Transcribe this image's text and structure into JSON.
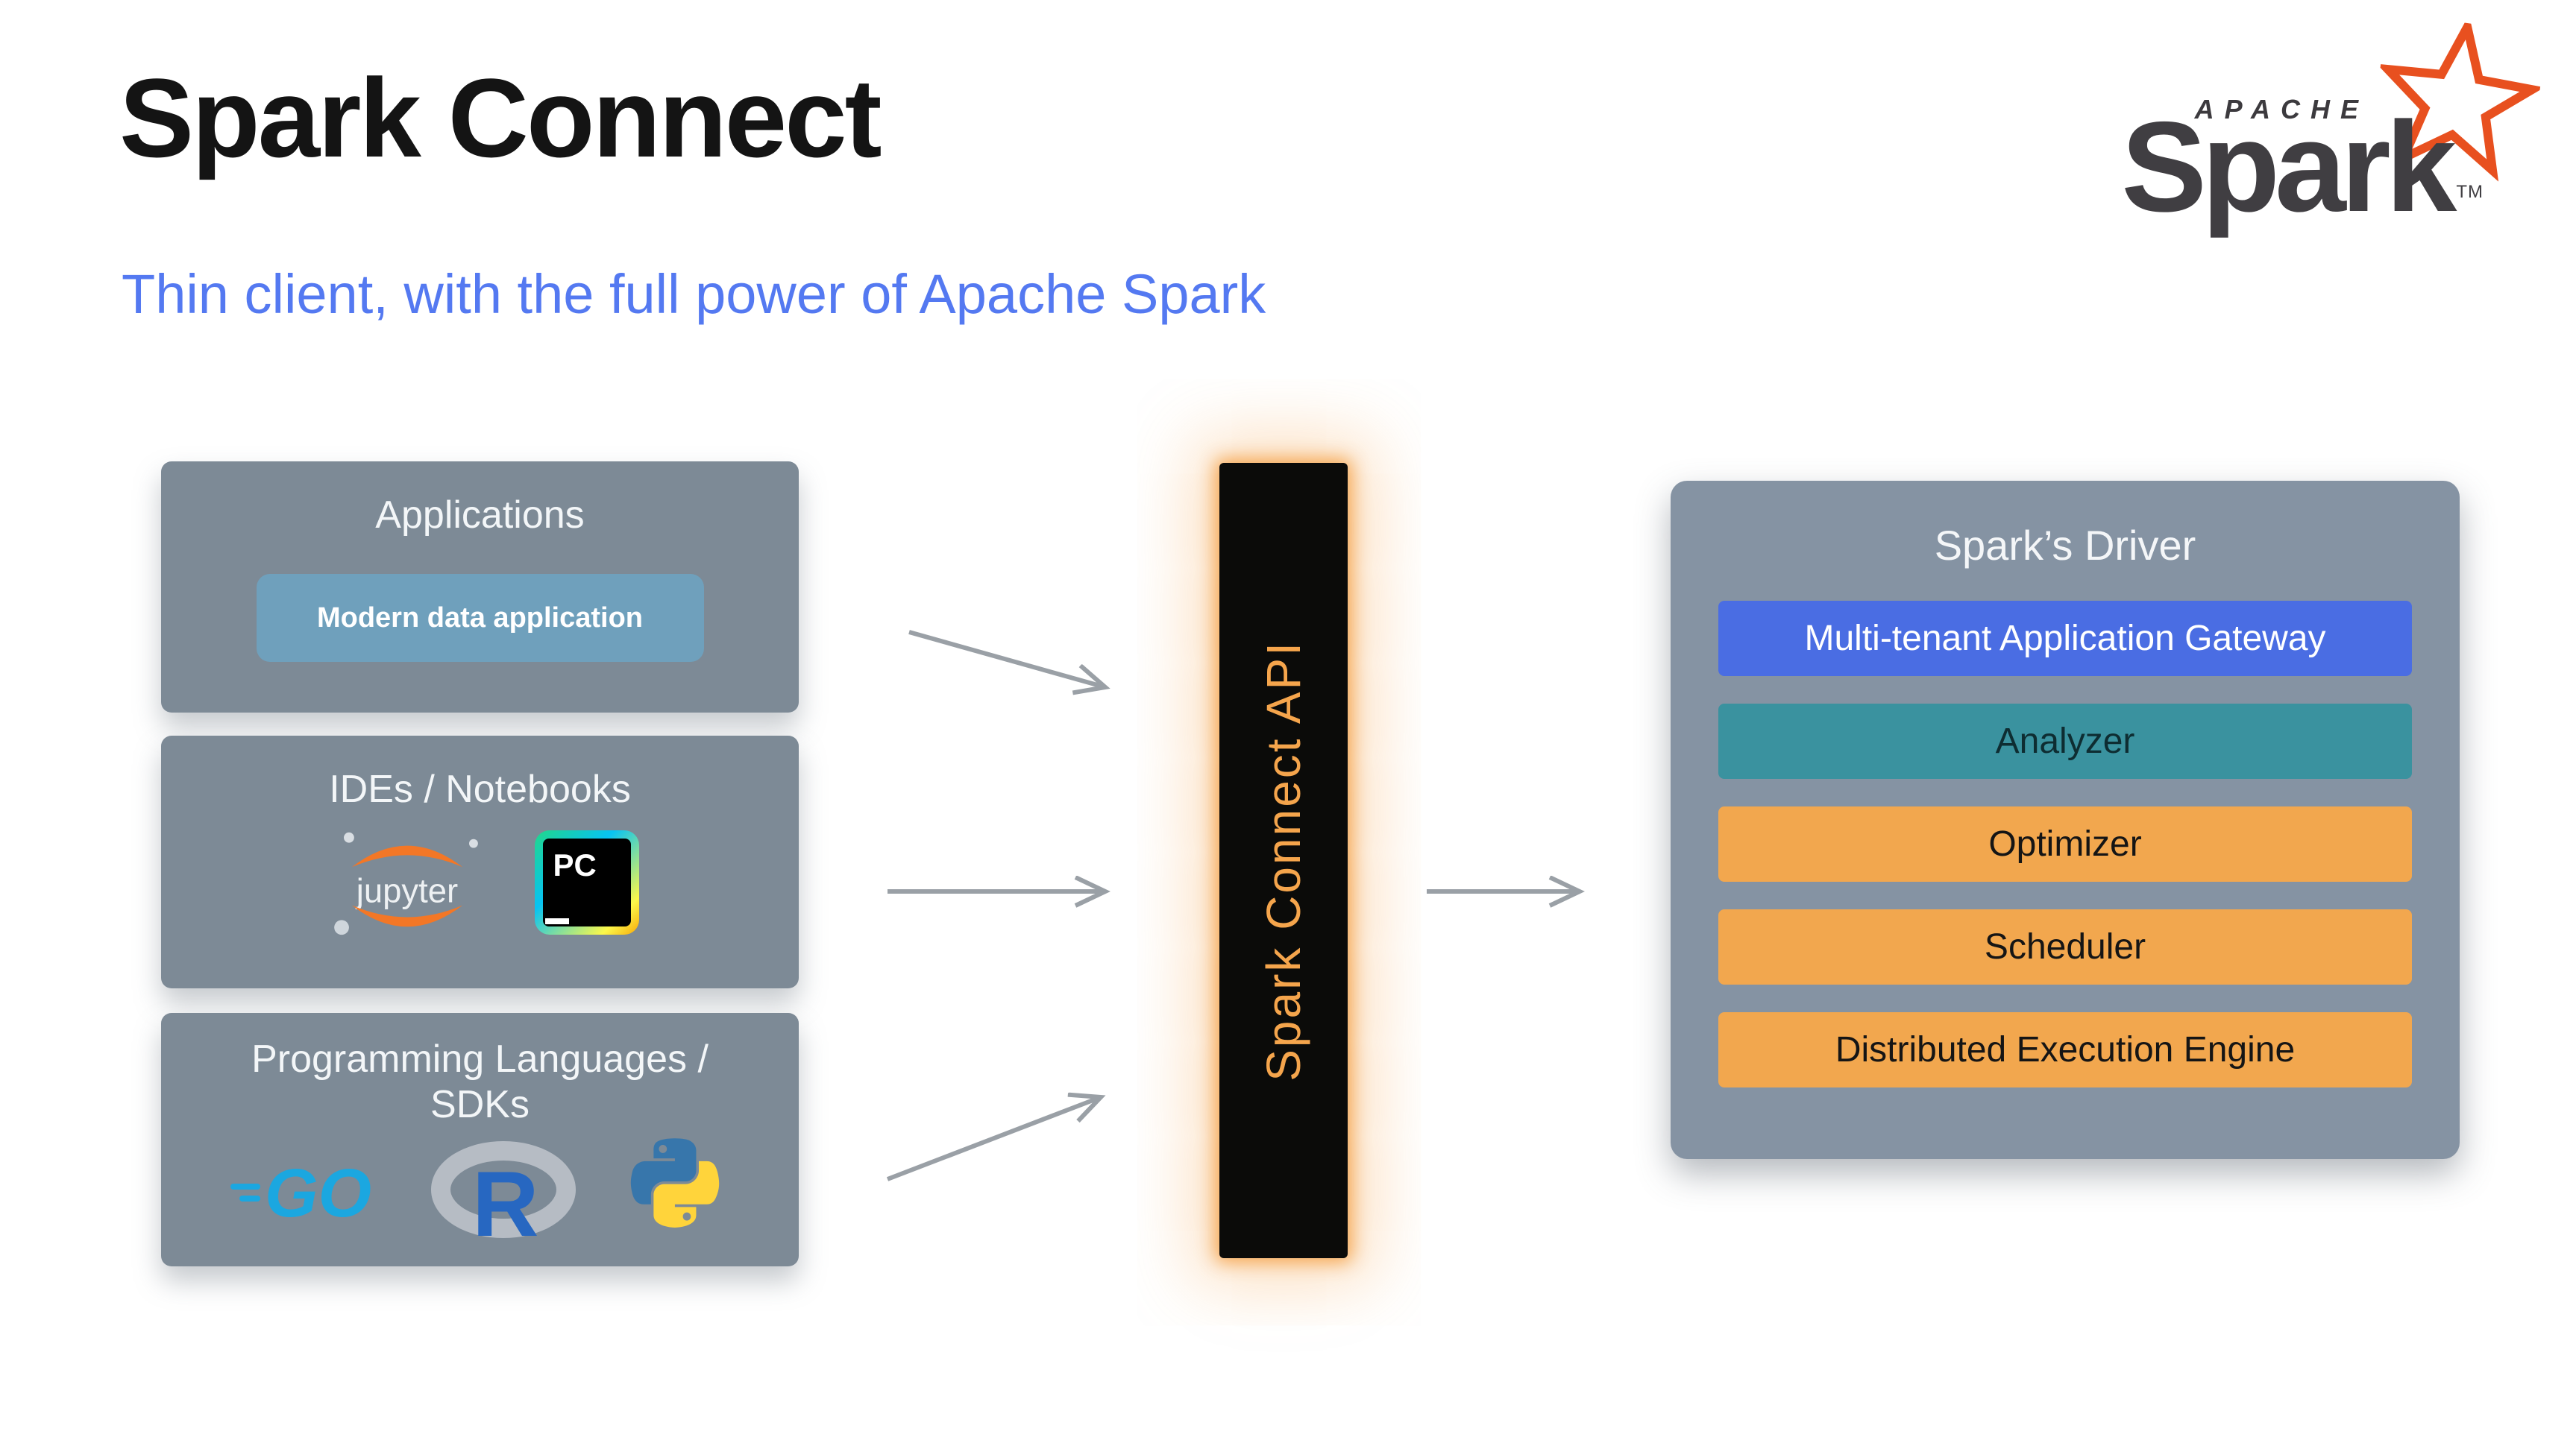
{
  "slide": {
    "title": "Spark Connect",
    "subtitle": "Thin client, with the full power of Apache Spark"
  },
  "logo": {
    "apache": "APACHE",
    "spark": "Spark",
    "tm": "TM"
  },
  "left_boxes": [
    {
      "title": "Applications",
      "chip": "Modern data application"
    },
    {
      "title": "IDEs / Notebooks",
      "icons": [
        "jupyter-logo",
        "pycharm-logo"
      ],
      "jupyter_text": "jupyter",
      "pycharm_text": "PC"
    },
    {
      "title": "Programming Languages / SDKs",
      "icons": [
        "go-logo",
        "r-logo",
        "python-logo"
      ],
      "go_text": "GO",
      "r_text": "R"
    }
  ],
  "connector": {
    "label": "Spark Connect API",
    "bg": "#0b0b09",
    "text_color": "#f5a54c",
    "glow_color": "#f49c3e"
  },
  "driver": {
    "title": "Spark’s Driver",
    "layers": [
      {
        "label": "Multi-tenant Application Gateway",
        "bg": "#4a6de3",
        "text": "#ffffff"
      },
      {
        "label": "Analyzer",
        "bg": "#3a929f",
        "text": "#0e2d32"
      },
      {
        "label": "Optimizer",
        "bg": "#f2a74e",
        "text": "#151515"
      },
      {
        "label": "Scheduler",
        "bg": "#f2a74e",
        "text": "#151515"
      },
      {
        "label": "Distributed Execution Engine",
        "bg": "#f2a74e",
        "text": "#151515"
      }
    ]
  },
  "colors": {
    "subtitle_blue": "#5479f1",
    "left_box_gray": "#7d8a96",
    "driver_box_gray": "#8593a3",
    "chip_blue": "#6fa0bc",
    "arrow_gray": "#9aa0a6",
    "spark_orange": "#e8501f",
    "jupyter_orange": "#f37726",
    "go_blue": "#1ba7e0",
    "r_blue": "#2767c1",
    "python_blue": "#3776ab",
    "python_yellow": "#ffd43b"
  }
}
